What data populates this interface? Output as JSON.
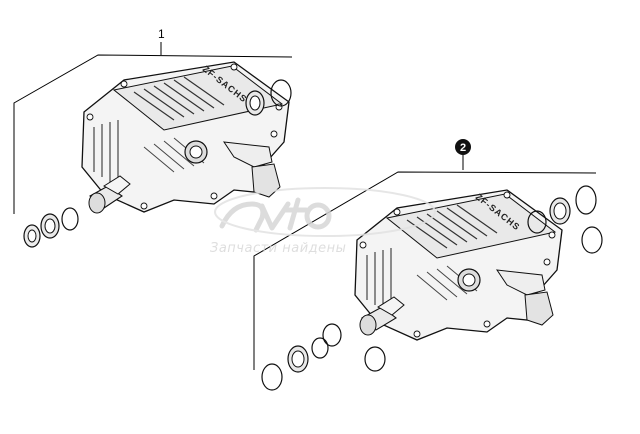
{
  "diagram": {
    "callouts": [
      {
        "id": "1",
        "style": "plain"
      },
      {
        "id": "2",
        "style": "filled-circle"
      }
    ],
    "housing_label": "ZF-SACHS",
    "watermark": {
      "logo_text": "avto",
      "caption": "Запчасти найдены"
    }
  }
}
